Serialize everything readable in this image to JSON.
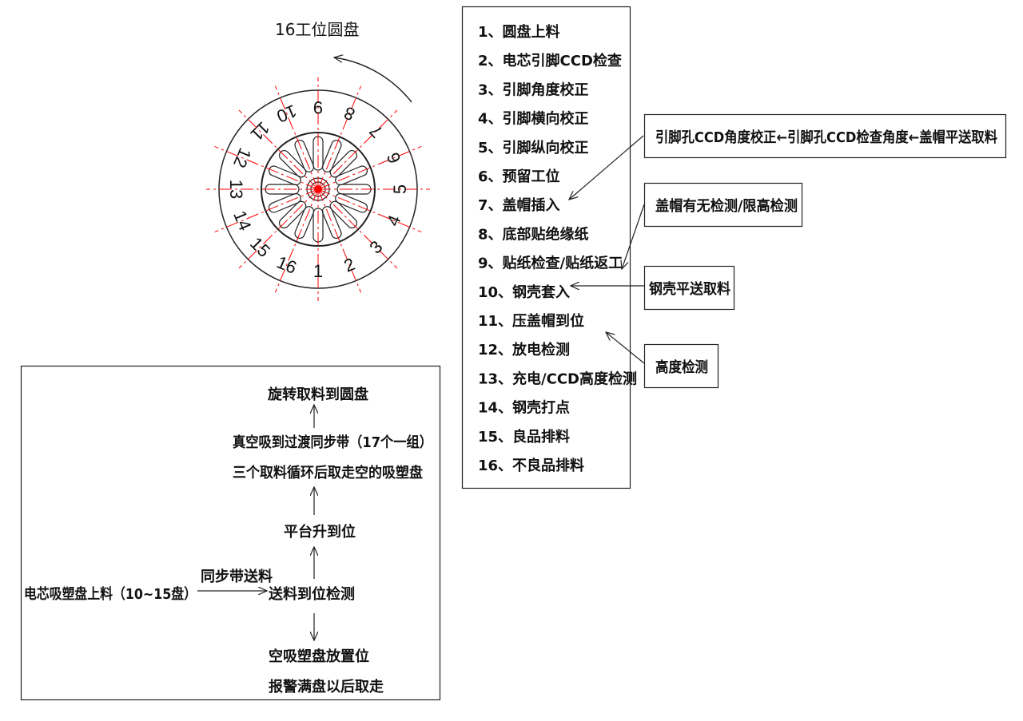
{
  "disk": {
    "title": "16工位圆盘",
    "stations": [
      "1",
      "2",
      "3",
      "4",
      "5",
      "6",
      "7",
      "8",
      "9",
      "10",
      "11",
      "12",
      "13",
      "14",
      "15",
      "16"
    ]
  },
  "process_list": [
    "1、圆盘上料",
    "2、电芯引脚CCD检查",
    "3、引脚角度校正",
    "4、引脚横向校正",
    "5、引脚纵向校正",
    "6、预留工位",
    "7、盖帽插入",
    "8、底部贴绝缘纸",
    "9、贴纸检查/贴纸返工",
    "10、钢壳套入",
    "11、压盖帽到位",
    "12、放电检测",
    "13、充电/CCD高度检测",
    "14、钢壳打点",
    "15、良品排料",
    "16、不良品排料"
  ],
  "side_boxes": {
    "cap_feed": "引脚孔CCD角度校正←引脚孔CCD检查角度←盖帽平送取料",
    "cap_check": "盖帽有无检测/限高检测",
    "shell_feed": "钢壳平送取料",
    "height_check": "高度检测"
  },
  "feed_flow": {
    "rotate": "旋转取料到圆盘",
    "vacuum_1": "真空吸到过渡同步带（17个一组）",
    "vacuum_2": "三个取料循环后取走空的吸塑盘",
    "platform": "平台升到位",
    "tray_load": "电芯吸塑盘上料（10~15盘）",
    "belt": "同步带送料",
    "detect": "送料到位检测",
    "empty_1": "空吸塑盘放置位",
    "empty_2": "报警满盘以后取走"
  },
  "colors": {
    "line": "#222222",
    "center_line": "#ff0000"
  }
}
